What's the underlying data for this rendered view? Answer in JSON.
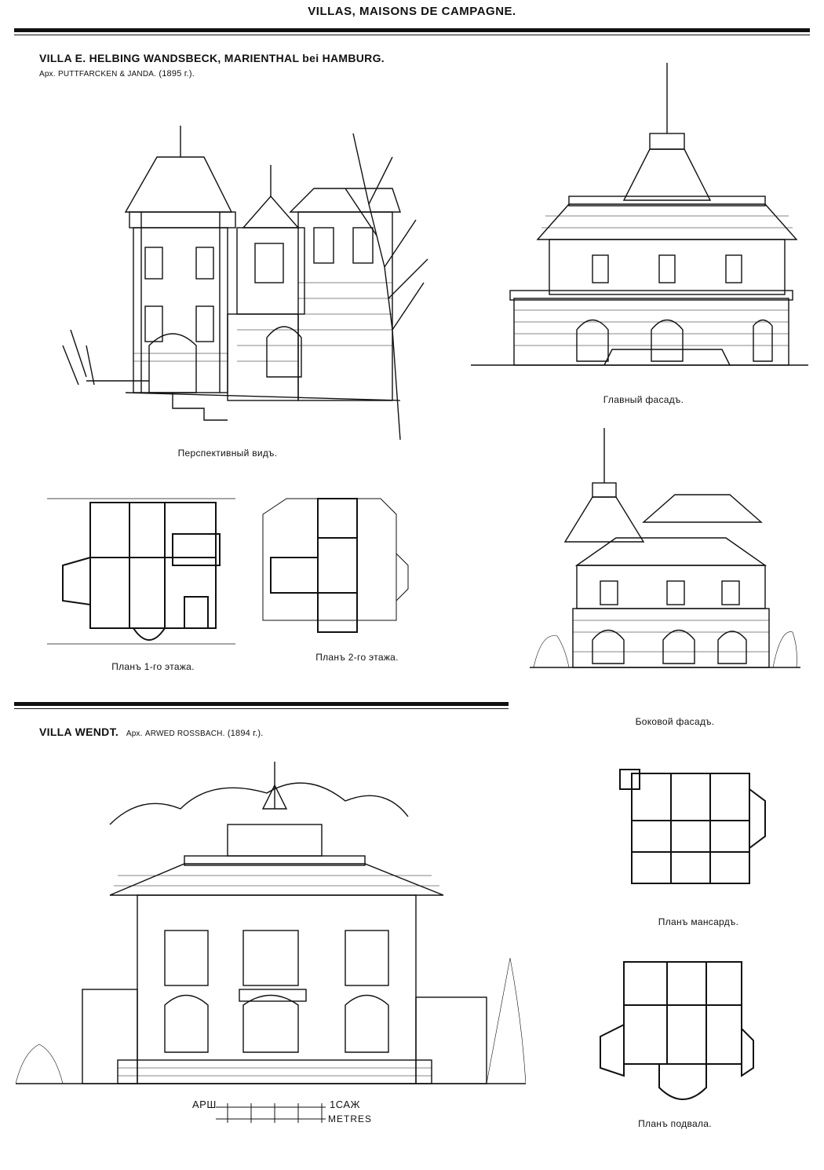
{
  "page": {
    "running_head": "VILLAS, MAISONS DE CAMPAGNE."
  },
  "villa_helbing": {
    "title": "VILLA E. HELBING WANDSBECK, MARIENTHAL bei HAMBURG.",
    "architect_prefix": "Арх.",
    "architects": "PUTTFARCKEN & JANDA.",
    "year": "(1895 г.)."
  },
  "captions": {
    "perspective": "Перспективный видъ.",
    "main_facade": "Главный фасадъ.",
    "plan_ground": "Планъ 1-го этажа.",
    "plan_upper": "Планъ 2-го этажа.",
    "side_facade": "Боковой фасадъ.",
    "plan_attic": "Планъ мансардъ.",
    "plan_basement": "Планъ подвала."
  },
  "villa_wendt": {
    "title": "VILLA WENDT.",
    "architect_prefix": "Арх.",
    "architect": "ARWED ROSSBACH.",
    "year": "(1894 г.)."
  },
  "scale_bar": {
    "left_label": "АРШ",
    "right_label": "1САЖ",
    "units": "METRES"
  }
}
